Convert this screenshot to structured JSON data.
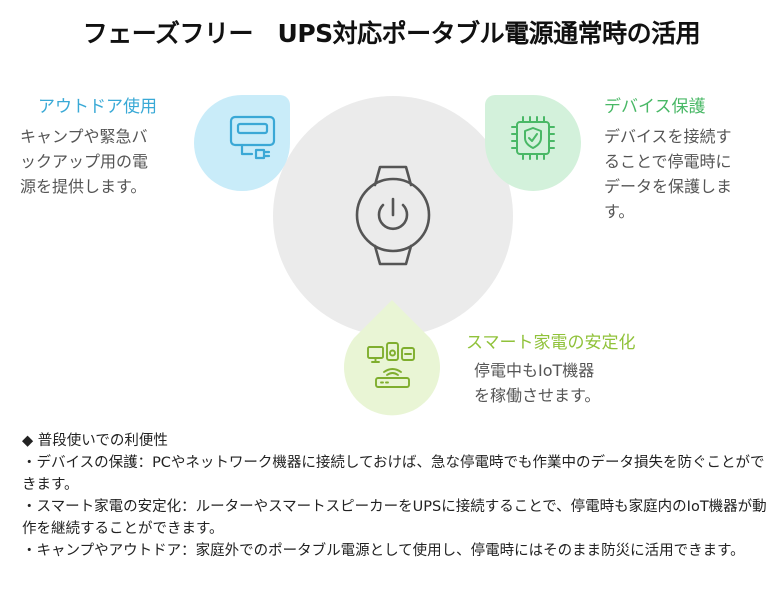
{
  "title": "フェーズフリー　UPS対応ポータブル電源通常時の活用",
  "blocks": {
    "outdoor": {
      "heading": "アウトドア使用",
      "lines": [
        "キャンプや緊急バ",
        "ックアップ用の電",
        "源を提供します。"
      ],
      "color": "#39a9d6",
      "bubble_color": "#c9ecf9",
      "icon": "portable-power-plug-icon"
    },
    "device": {
      "heading": "デバイス保護",
      "lines": [
        "デバイスを接続す",
        "ることで停電時に",
        "データを保護しま",
        "す。"
      ],
      "color": "#49b866",
      "bubble_color": "#d3f1db",
      "icon": "chip-shield-icon"
    },
    "smart": {
      "heading": "スマート家電の安定化",
      "lines": [
        "停電中もIoT機器",
        "を稼働させます。"
      ],
      "color": "#90c23a",
      "bubble_color": "#e9f5d5",
      "icon": "iot-devices-router-icon"
    }
  },
  "center": {
    "icon": "smartwatch-power-icon",
    "circle_color": "#ebebeb"
  },
  "notes": {
    "heading": "◆ 普段使いでの利便性",
    "items": [
      "・デバイスの保護：PCやネットワーク機器に接続しておけば、急な停電時でも作業中のデータ損失を防ぐことができます。",
      "・スマート家電の安定化：ルーターやスマートスピーカーをUPSに接続することで、停電時も家庭内のIoT機器が動作を継続することができます。",
      "・キャンプやアウトドア：家庭外でのポータブル電源として使用し、停電時にはそのまま防災に活用できます。"
    ]
  }
}
